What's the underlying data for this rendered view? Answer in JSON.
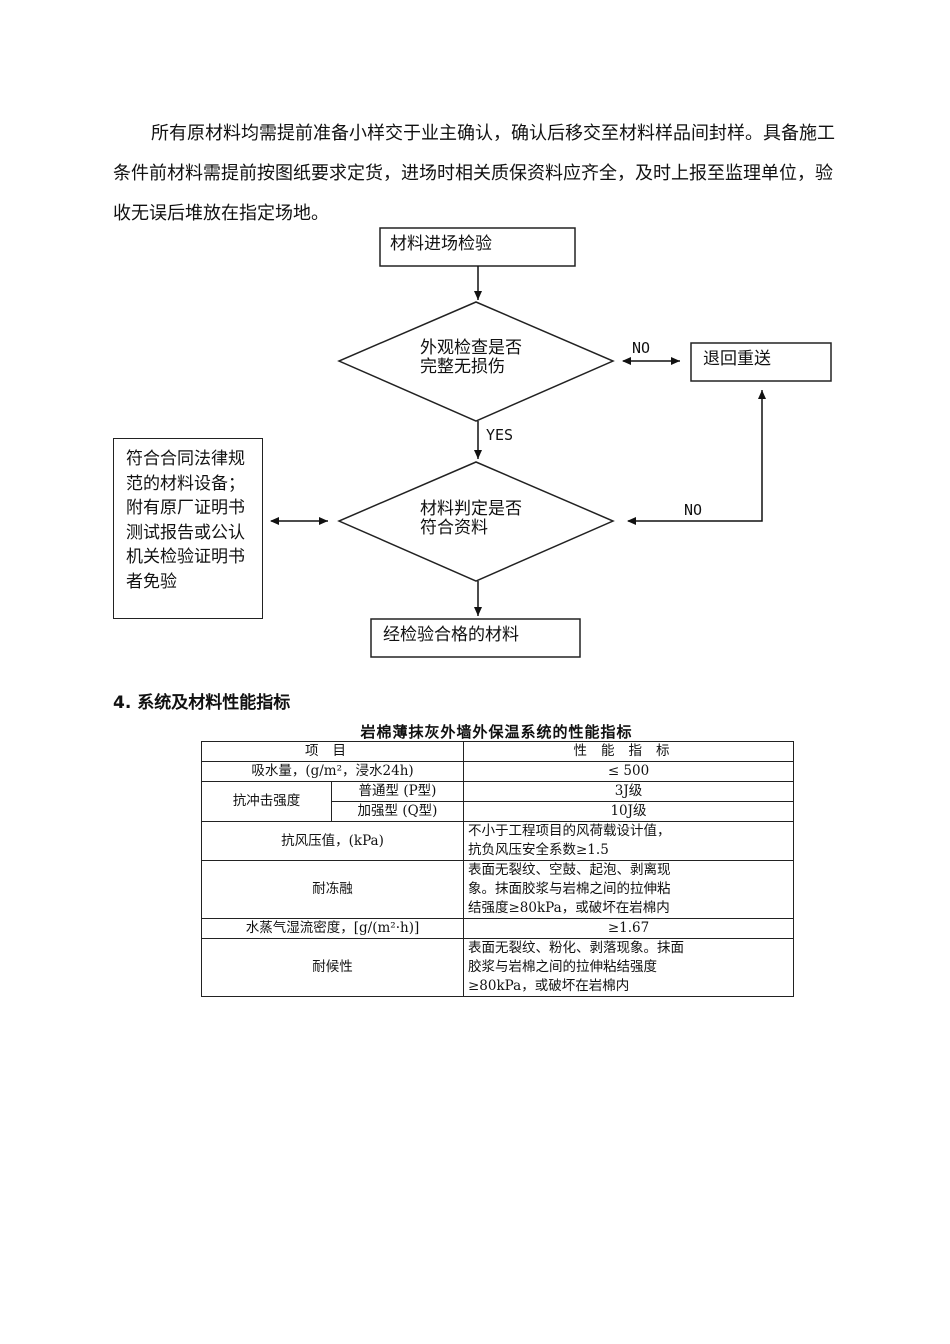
{
  "intro": "所有原材料均需提前准备小样交于业主确认，确认后移交至材料样品间封样。具备施工条件前材料需提前按图纸要求定货，进场时相关质保资料应齐全，及时上报至监理单位，验收无误后堆放在指定场地。",
  "flow": {
    "start": "材料进场检验",
    "check1": [
      "外观检查是否",
      "完整无损伤"
    ],
    "reject": "退回重送",
    "check2": [
      "材料判定是否",
      "符合资料"
    ],
    "end": "经检验合格的材料",
    "exempt": "符合合同法律规范的材料设备；附有原厂证明书测试报告或公认机关检验证明书者免验",
    "no1": "NO",
    "no2": "NO",
    "yes": "YES"
  },
  "section_title": "4. 系统及材料性能指标",
  "table": {
    "caption": "岩棉薄抹灰外墙外保温系统的性能指标",
    "header_item": "项目",
    "header_value": "性能指标",
    "rows": {
      "water": {
        "item": "吸水量，(g/m²，浸水24h)",
        "value": "≤ 500"
      },
      "impact": {
        "item": "抗冲击强度",
        "p_type": "普通型 (P型)",
        "p_value": "3J级",
        "q_type": "加强型 (Q型)",
        "q_value": "10J级"
      },
      "wind": {
        "item": "抗风压值，(kPa)",
        "value_1": "不小于工程项目的风荷载设计值，",
        "value_2": "抗负风压安全系数≥1.5"
      },
      "freeze": {
        "item": "耐冻融",
        "value_1": "表面无裂纹、空鼓、起泡、剥离现",
        "value_2": "象。抹面胶浆与岩棉之间的拉伸粘",
        "value_3": "结强度≥80kPa，或破坏在岩棉内"
      },
      "vapor": {
        "item": "水蒸气湿流密度，[g/(m²·h)]",
        "value": "≥1.67"
      },
      "weather": {
        "item": "耐候性",
        "value_1": "表面无裂纹、粉化、剥落现象。抹面",
        "value_2": "胶浆与岩棉之间的拉伸粘结强度",
        "value_3": "≥80kPa，或破坏在岩棉内"
      }
    }
  }
}
